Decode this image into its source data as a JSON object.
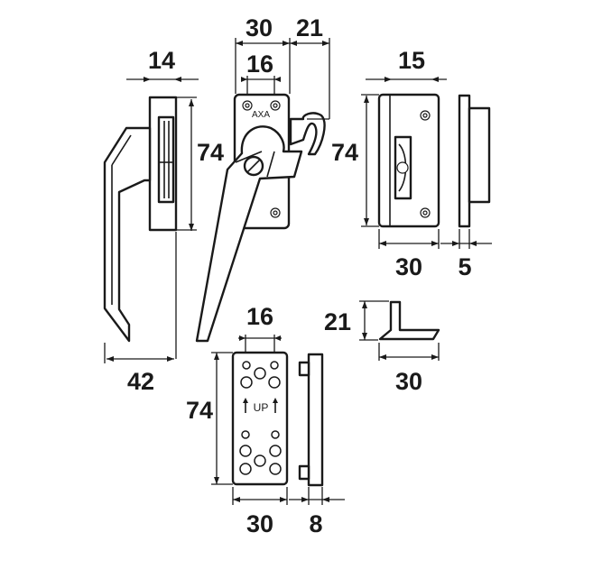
{
  "brand_mark": "AXA",
  "plate_mark": "UP",
  "dimensions": {
    "handle_body_width": "30",
    "hook_offset": "21",
    "keeper_width": "14",
    "screw_spacing_top": "16",
    "keeper_height": "74",
    "handle_height": "74",
    "handle_depth": "42",
    "striker_width_top": "15",
    "striker_body_width": "30",
    "striker_depth": "5",
    "hook_piece_height": "21",
    "hook_piece_width": "30",
    "plate_screw_spacing": "16",
    "plate_height": "74",
    "plate_width": "30",
    "plate_depth": "8"
  },
  "colors": {
    "ink": "#1a1a1a",
    "paper": "#ffffff"
  }
}
